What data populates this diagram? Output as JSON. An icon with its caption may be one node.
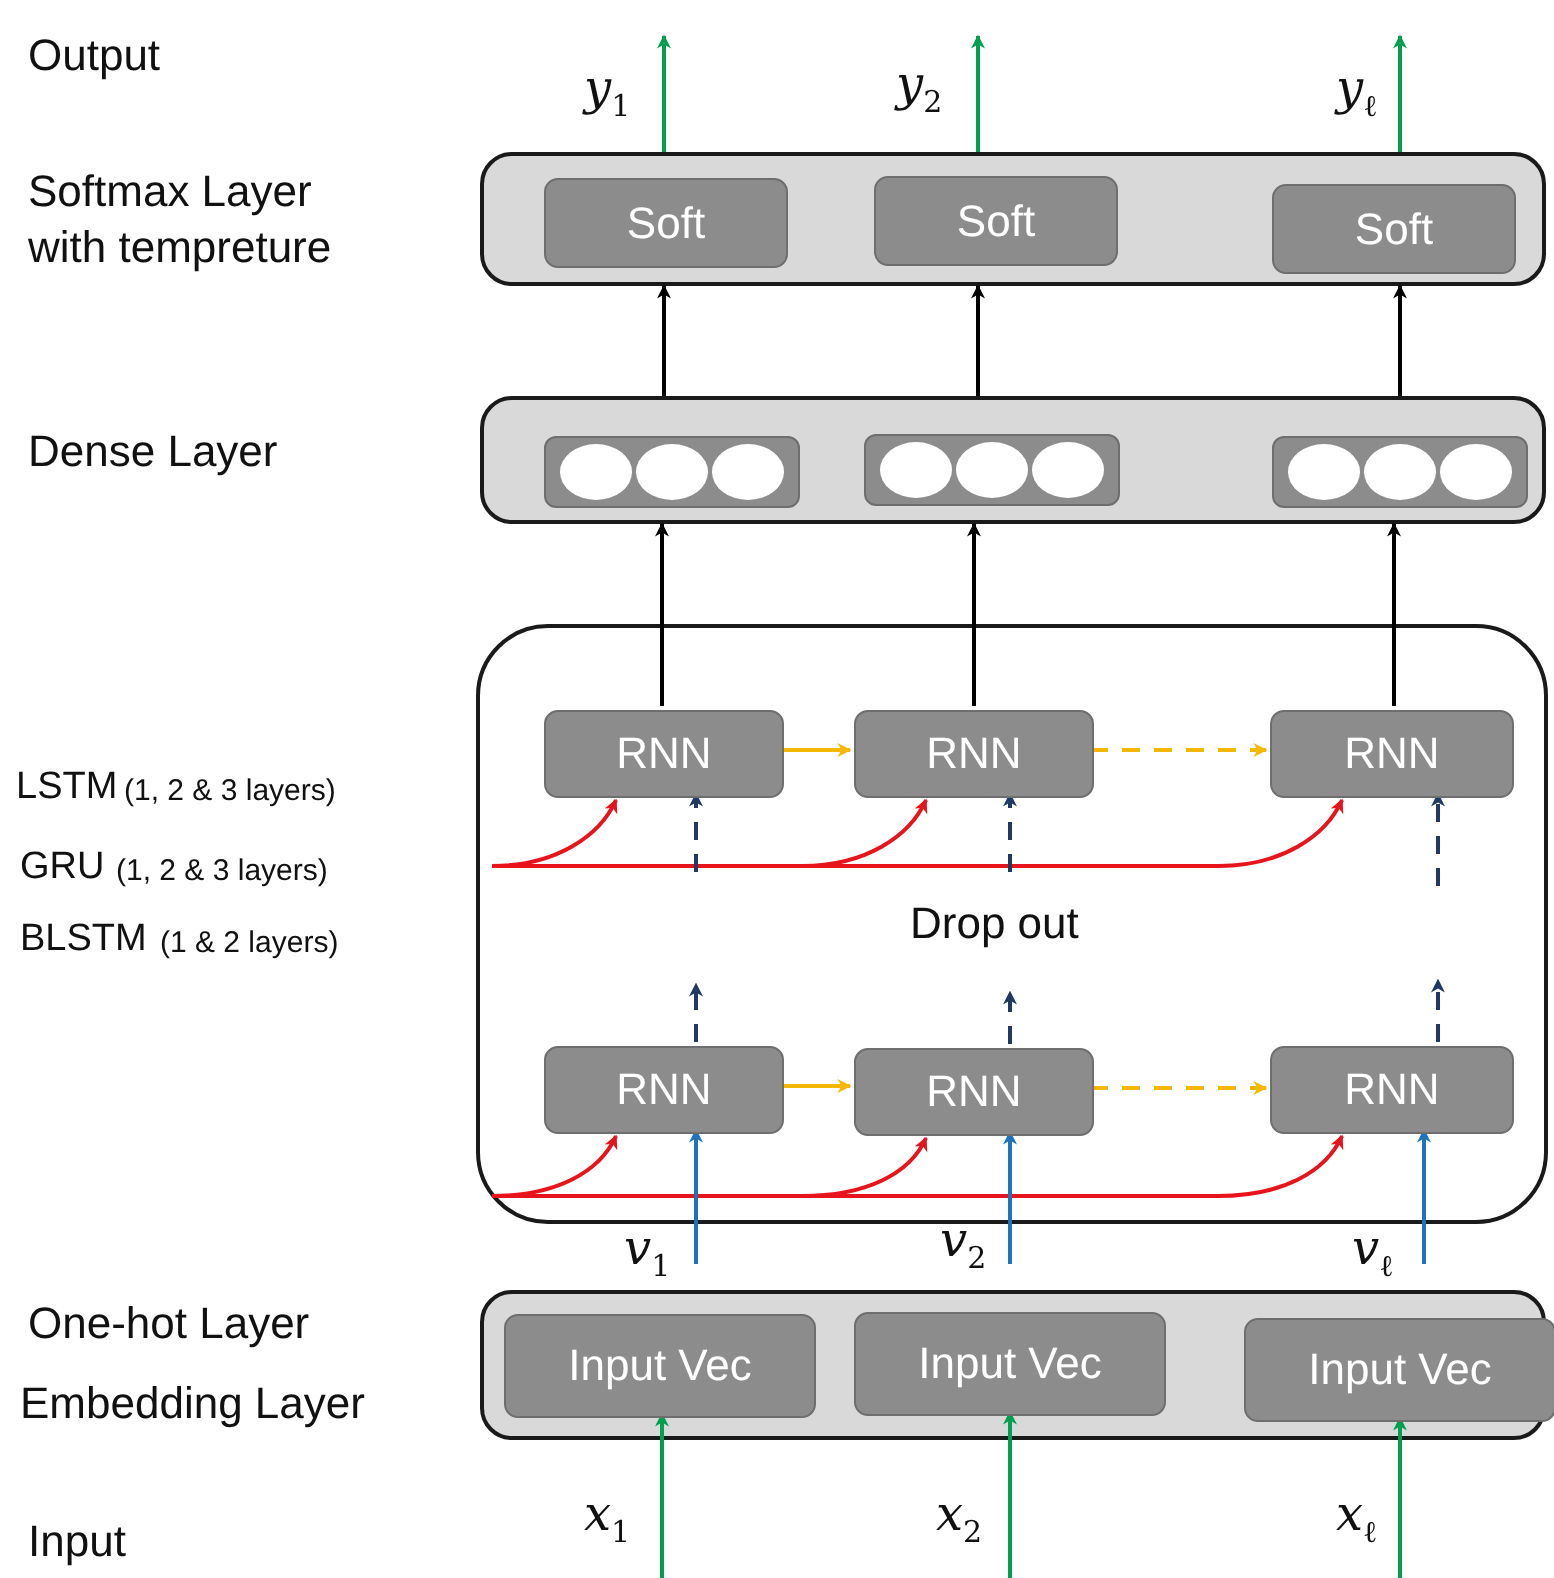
{
  "diagram": {
    "nodes": [
      {
        "text": [],
        "shape": "box"
      },
      {
        "text": [
          "Soft"
        ],
        "in": 0
      },
      {
        "text": [
          "Soft"
        ],
        "in": 0
      },
      {
        "text": [
          "Soft"
        ],
        "in": 0
      },
      {
        "text": [],
        "shape": "box"
      },
      {
        "text": [],
        "shape": "box",
        "in": 4
      },
      {
        "text": [],
        "shape": "box",
        "in": 4
      },
      {
        "text": [],
        "shape": "box",
        "in": 4
      },
      {
        "text": [],
        "shape": "box"
      },
      {
        "text": [
          "RNN"
        ],
        "in": 8
      },
      {
        "text": [
          "RNN"
        ],
        "in": 8
      },
      {
        "text": [
          "RNN"
        ],
        "in": 8
      },
      {
        "text": [
          "RNN"
        ],
        "in": 8
      },
      {
        "text": [
          "RNN"
        ],
        "in": 8
      },
      {
        "text": [
          "RNN"
        ],
        "in": 8
      },
      {
        "text": [],
        "shape": "box"
      },
      {
        "text": [
          "Input Vec"
        ],
        "in": 15
      },
      {
        "text": [
          "Input Vec"
        ],
        "in": 15
      },
      {
        "text": [
          "Input Vec"
        ],
        "in": 15
      }
    ],
    "edges": [
      {
        "from": 0,
        "to": null,
        "arrow": "to",
        "label": "y$_{1}$",
        "color": "#00a050"
      },
      {
        "from": 0,
        "to": null,
        "arrow": "to",
        "label": "y$_{2}$",
        "color": "#00a050"
      },
      {
        "from": 0,
        "to": null,
        "arrow": "to",
        "label": "y$_{ℓ}$",
        "color": "#00a050"
      },
      {
        "from": 4,
        "to": 0,
        "arrow": "to",
        "color": "#000000"
      },
      {
        "from": 4,
        "to": 0,
        "arrow": "to",
        "color": "#000000"
      },
      {
        "from": 4,
        "to": 0,
        "arrow": "to",
        "color": "#000000"
      },
      {
        "from": 9,
        "to": 4,
        "arrow": "to",
        "color": "#000000"
      },
      {
        "from": 10,
        "to": 4,
        "arrow": "to",
        "color": "#000000"
      },
      {
        "from": 11,
        "to": 4,
        "arrow": "to",
        "color": "#000000"
      },
      {
        "from": 9,
        "to": 10,
        "arrow": "to",
        "color": "#f5b800"
      },
      {
        "from": 10,
        "to": 11,
        "arrow": "to",
        "style": "dashed",
        "color": "#f5b800"
      },
      {
        "from": 12,
        "to": 13,
        "arrow": "to",
        "color": "#f5b800"
      },
      {
        "from": 13,
        "to": 14,
        "arrow": "to",
        "style": "dashed",
        "color": "#f5b800"
      },
      {
        "from": null,
        "to": 9,
        "arrow": "to",
        "color": "#e8141c"
      },
      {
        "from": null,
        "to": 10,
        "arrow": "to",
        "color": "#e8141c"
      },
      {
        "from": null,
        "to": 11,
        "arrow": "to",
        "color": "#e8141c"
      },
      {
        "from": null,
        "to": 12,
        "arrow": "to",
        "color": "#e8141c"
      },
      {
        "from": null,
        "to": 13,
        "arrow": "to",
        "color": "#e8141c"
      },
      {
        "from": null,
        "to": 14,
        "arrow": "to",
        "color": "#e8141c"
      },
      {
        "from": 12,
        "to": null,
        "arrow": "to",
        "style": "dashed",
        "color": "#1f3864"
      },
      {
        "from": 13,
        "to": null,
        "arrow": "to",
        "style": "dashed",
        "color": "#1f3864"
      },
      {
        "from": 14,
        "to": null,
        "arrow": "to",
        "style": "dashed",
        "color": "#1f3864"
      },
      {
        "from": null,
        "to": 9,
        "arrow": "to",
        "style": "dashed",
        "color": "#1f3864"
      },
      {
        "from": null,
        "to": 10,
        "arrow": "to",
        "style": "dashed",
        "color": "#1f3864"
      },
      {
        "from": null,
        "to": 11,
        "arrow": "to",
        "style": "dashed",
        "color": "#1f3864"
      },
      {
        "from": null,
        "to": 12,
        "arrow": "to",
        "label": "v$_{1}$",
        "color": "#1e73be"
      },
      {
        "from": null,
        "to": 13,
        "arrow": "to",
        "label": "v$_{2}$",
        "color": "#1e73be"
      },
      {
        "from": null,
        "to": 14,
        "arrow": "to",
        "label": "v$_{ℓ}$",
        "color": "#1e73be"
      },
      {
        "from": null,
        "to": 16,
        "arrow": "to",
        "label": "x$_{1}$",
        "color": "#00a050"
      },
      {
        "from": null,
        "to": 17,
        "arrow": "to",
        "label": "x$_{2}$",
        "color": "#00a050"
      },
      {
        "from": null,
        "to": 18,
        "arrow": "to",
        "label": "x$_{ℓ}$",
        "color": "#00a050"
      }
    ],
    "labels": [
      "Output",
      "Softmax Layer with tempreture",
      "Dense Layer",
      "LSTM",
      "(1, 2 & 3 layers)",
      "GRU",
      "(1, 2 & 3 layers)",
      "BLSTM",
      "(1 & 2 layers)",
      "Drop out",
      "One-hot Layer",
      "Embedding Layer",
      "Input"
    ]
  }
}
